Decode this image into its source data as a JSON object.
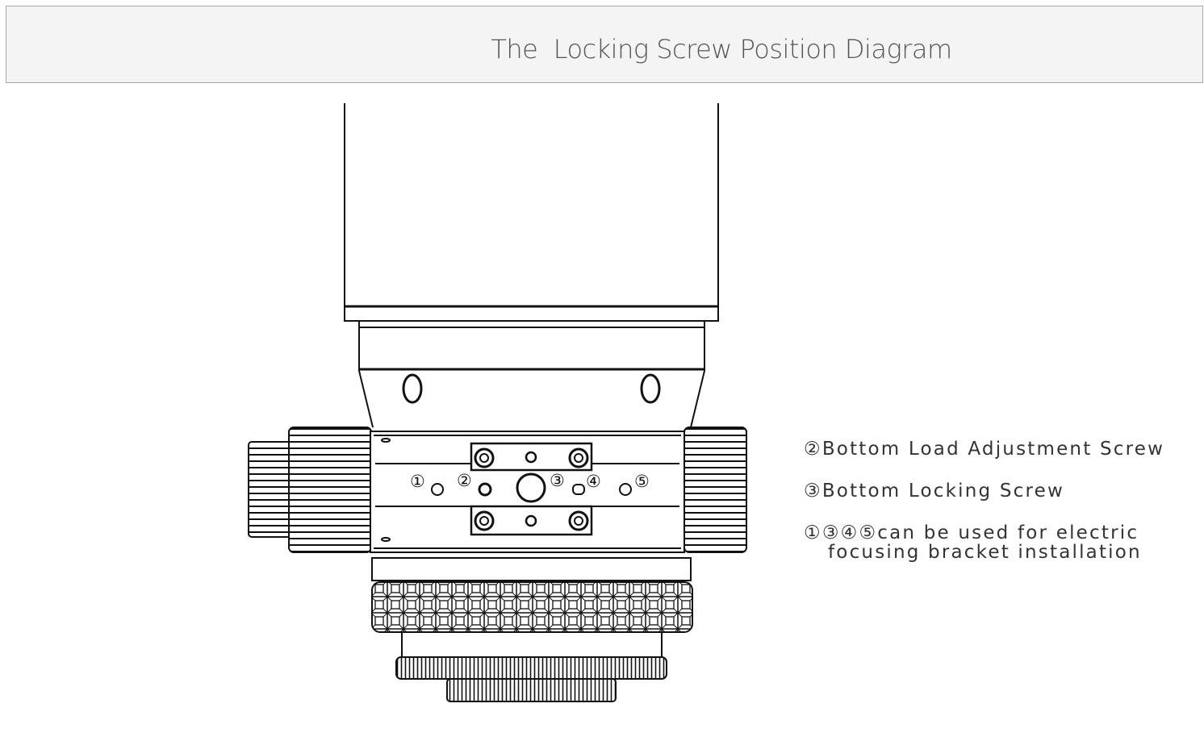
{
  "header": {
    "title": "The  Locking Screw Position Diagram"
  },
  "diagram": {
    "markers": [
      "①",
      "②",
      "③",
      "④",
      "⑤"
    ]
  },
  "legend": [
    {
      "text": "②Bottom Load Adjustment Screw"
    },
    {
      "text": "③Bottom Locking Screw"
    },
    {
      "text": "①③④⑤can be used for electric",
      "continuation": "focusing bracket installation"
    }
  ],
  "colors": {
    "header_bg": "#f4f4f4",
    "line": "#111111",
    "text": "#333333"
  }
}
